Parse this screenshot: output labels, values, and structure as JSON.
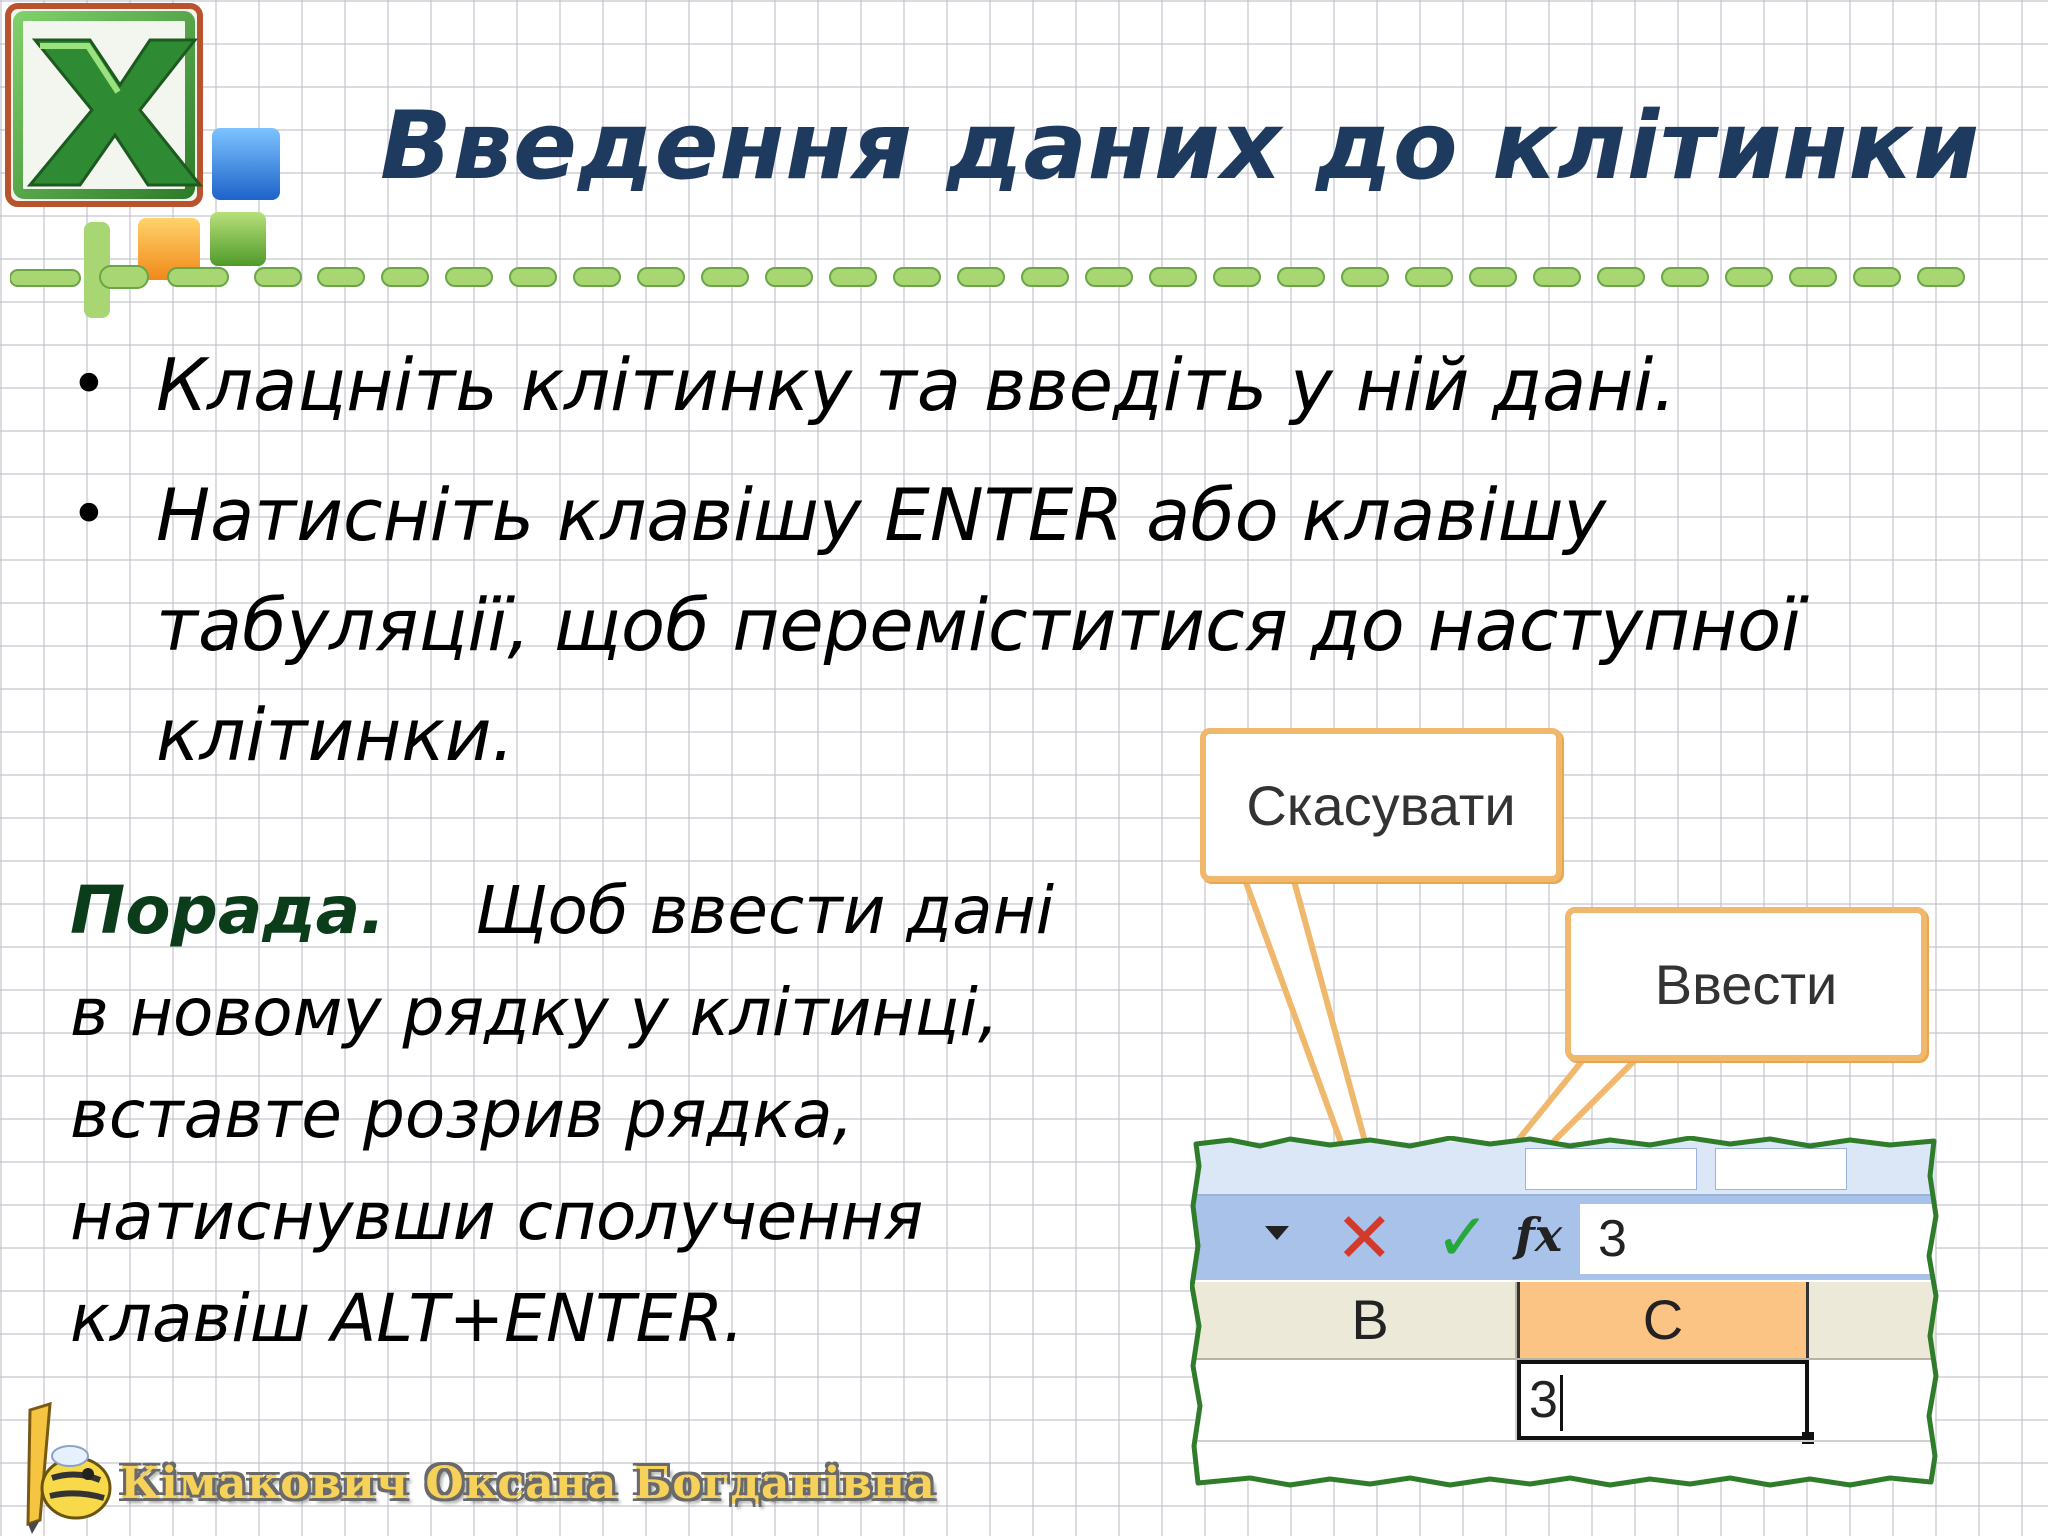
{
  "slide": {
    "title": "Введення даних до клітинки",
    "bullets": [
      {
        "text": "Клацніть клітинку та введіть у ній дані."
      },
      {
        "text": "Натисніть клавішу ENTER або клавішу табуляції, щоб переміститися до наступної клітинки."
      }
    ],
    "bullet_symbol": "•",
    "tip": {
      "label": "Порада.",
      "text": "Щоб ввести дані в новому рядку у клітинці, вставте розрив рядка, натиснувши сполучення клавіш ALT+ENTER."
    },
    "author": "Кімакович Оксана Богданівна"
  },
  "callouts": {
    "cancel": "Скасувати",
    "enter": "Ввести"
  },
  "excel_snippet": {
    "cancel_symbol": "✕",
    "enter_symbol": "✓",
    "fx_symbol": "fx",
    "formula_value": "3",
    "columns": [
      "B",
      "C"
    ],
    "active_cell_value": "3"
  },
  "colors": {
    "title": "#1f3a5f",
    "tip_label": "#0b3d1a",
    "callout_border": "#f0b86c",
    "formula_bar": "#a9c2ea",
    "active_column": "#fbc384",
    "cancel": "#d23a2e",
    "enter": "#27a83a"
  },
  "icons": {
    "logo": "excel-logo-icon",
    "footer": "bee-pencil-icon"
  }
}
